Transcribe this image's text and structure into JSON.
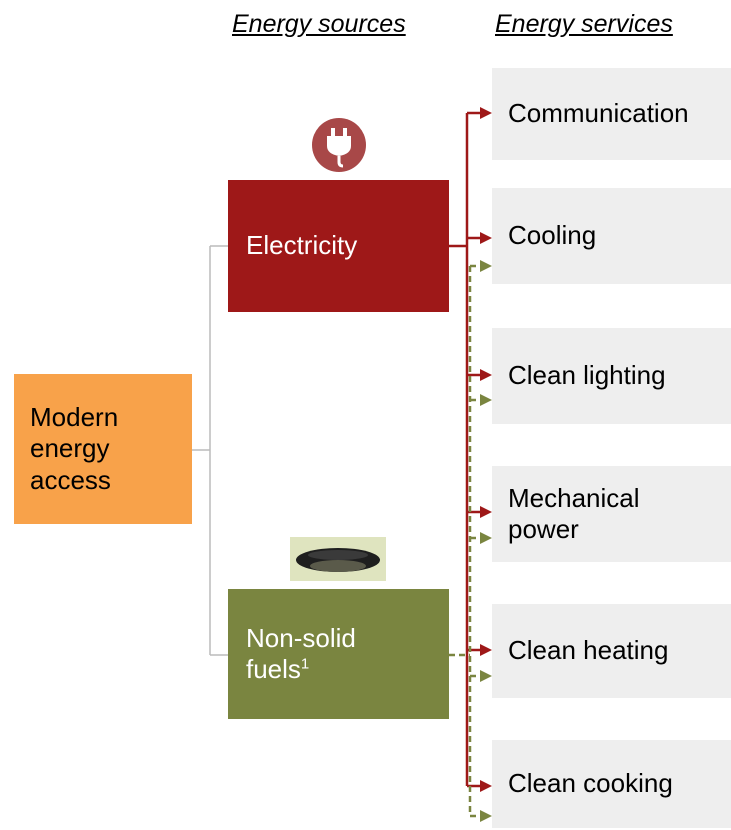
{
  "headers": {
    "sources": "Energy sources",
    "services": "Energy services"
  },
  "root": {
    "line1": "Modern",
    "line2": "energy",
    "line3": "access"
  },
  "sources": {
    "electricity": {
      "label": "Electricity",
      "icon": "plug-icon"
    },
    "fuels": {
      "line1": "Non-solid",
      "line2": "fuels",
      "footnote": "1",
      "icon": "gas-burner-icon"
    }
  },
  "services": {
    "s1": {
      "label": "Communication"
    },
    "s2": {
      "label": "Cooling"
    },
    "s3": {
      "label": "Clean lighting"
    },
    "s4": {
      "line1": "Mechanical",
      "line2": "power"
    },
    "s5": {
      "label": "Clean heating"
    },
    "s6": {
      "label": "Clean cooking"
    }
  },
  "colors": {
    "electricity": "#9e1818",
    "fuels": "#7a8540",
    "root": "#f8a24a",
    "service_box": "#eeeeee",
    "connector": "#bbbbbb"
  }
}
